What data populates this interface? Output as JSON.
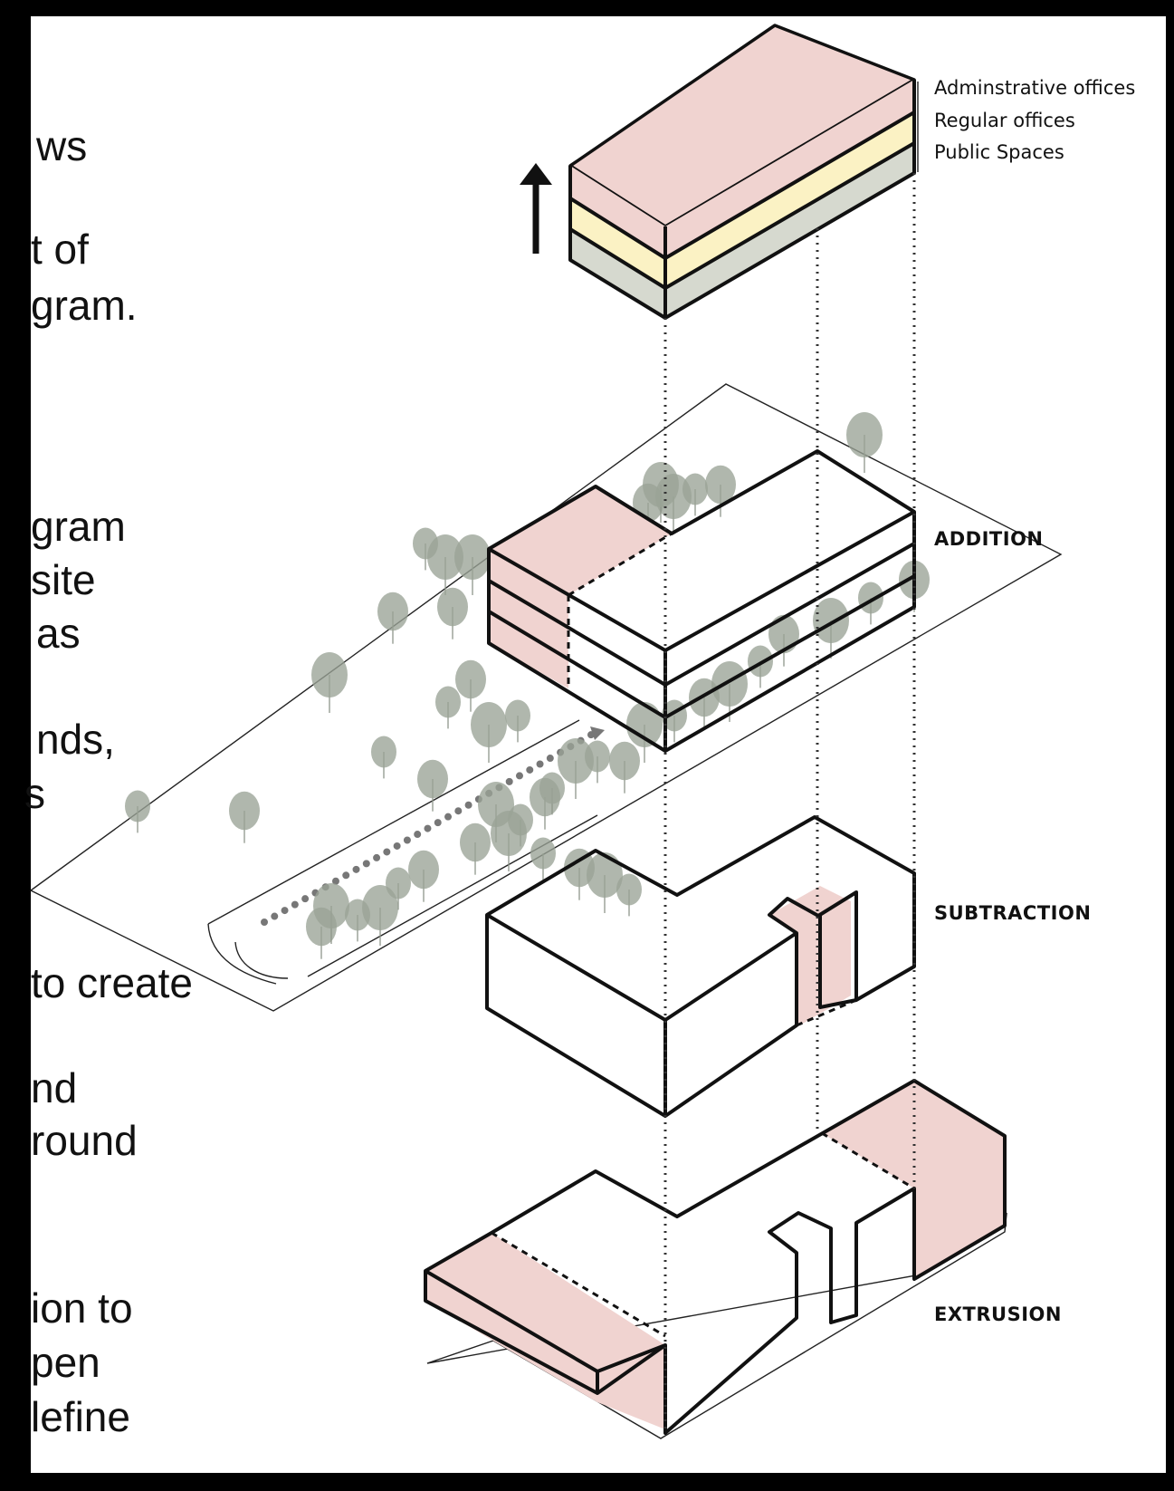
{
  "slide_text_lines": [
    "ws",
    "t of",
    "gram.",
    "gram",
    "site",
    "as",
    "nds,",
    "s",
    "to create",
    "nd",
    "round",
    "ion to",
    "pen",
    "lefine"
  ],
  "legend": {
    "items": [
      {
        "label": "Adminstrative offices",
        "color": "#f0d3d0"
      },
      {
        "label": "Regular offices",
        "color": "#fbf2c4"
      },
      {
        "label": "Public Spaces",
        "color": "#d6d9cf"
      }
    ]
  },
  "stages": {
    "addition": "ADDITION",
    "subtraction": "SUBTRACTION",
    "extrusion": "EXTRUSION"
  },
  "colors": {
    "background": "#000000",
    "panel": "#ffffff",
    "pink": "#f0d3d0",
    "yellow": "#fbf2c4",
    "gray": "#d6d9cf",
    "tree": "#9aa396"
  }
}
